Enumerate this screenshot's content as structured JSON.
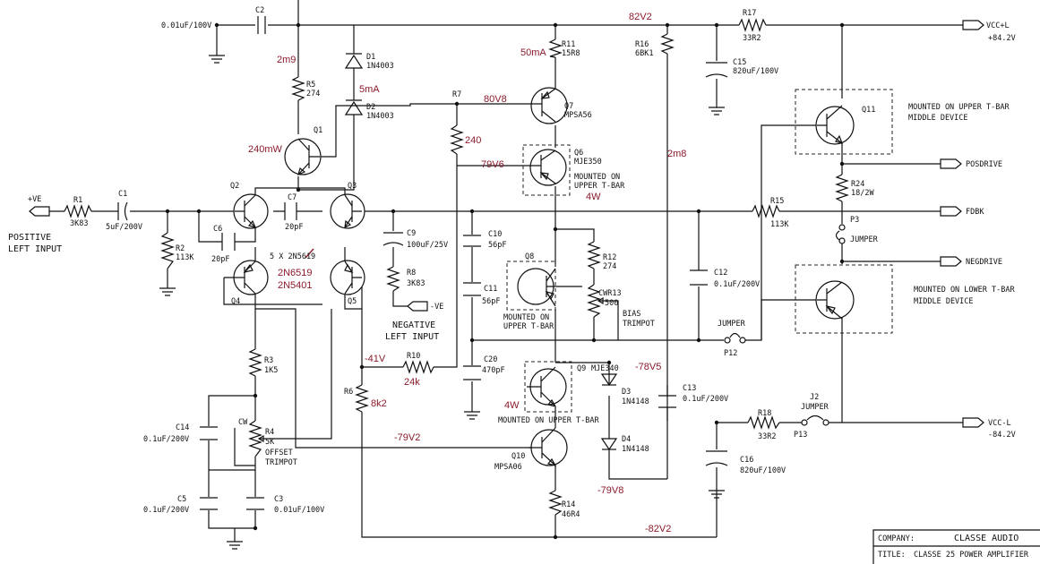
{
  "labels": {
    "c2_value": "0.01uF/100V",
    "c2": "C2",
    "d1": "D1",
    "d1_part": "1N4003",
    "d2": "D2",
    "d2_part": "1N4003",
    "r5": "R5",
    "r5_val": "274",
    "q1": "Q1",
    "r11": "R11",
    "r11_val": "15R8",
    "r7": "R7",
    "q7": "Q7",
    "q7_part": "MPSA56",
    "q6": "Q6",
    "q6_part": "MJE350",
    "q6_mount_1": "MOUNTED ON",
    "q6_mount_2": "UPPER T-BAR",
    "r16": "R16",
    "r16_val": "6BK1",
    "c15": "C15",
    "c15_val": "820uF/100V",
    "r17": "R17",
    "r17_val": "33R2",
    "vccl": "VCC+L",
    "vccl_val": "+84.2V",
    "q11": "Q11",
    "upper_note_1": "MOUNTED ON UPPER T-BAR",
    "upper_note_2": "MIDDLE DEVICE",
    "posdrive": "POSDRIVE",
    "r24": "R24",
    "r24_val": "18/2W",
    "fdbk": "FDBK",
    "r15": "R15",
    "r15_val": "113K",
    "p3": "P3",
    "jumper": "JUMPER",
    "negdrive": "NEGDRIVE",
    "lower_note_1": "MOUNTED ON LOWER T-BAR",
    "lower_note_2": "MIDDLE DEVICE",
    "ve_pos": "+VE",
    "r1": "R1",
    "r1_val": "3K83",
    "c1": "C1",
    "c1_val": "5uF/200V",
    "pos_input_1": "POSITIVE",
    "pos_input_2": "LEFT INPUT",
    "q2": "Q2",
    "q3": "Q3",
    "q4": "Q4",
    "q5": "Q5",
    "c7": "C7",
    "c7_val": "20pF",
    "c6": "C6",
    "c6_val": "20pF",
    "r2": "R2",
    "r2_val": "113K",
    "five_x": "5 X 2N5619",
    "c9": "C9",
    "c9_val": "100uF/25V",
    "r8": "R8",
    "r8_val": "3K83",
    "ve_neg": "-VE",
    "neg_input_1": "NEGATIVE",
    "neg_input_2": "LEFT INPUT",
    "c10": "C10",
    "c10_val": "56pF",
    "c11": "C11",
    "c11_val": "56pF",
    "q8": "Q8",
    "q8_mount_1": "MOUNTED ON",
    "q8_mount_2": "UPPER T-BAR",
    "r12": "R12",
    "r12_val": "274",
    "cwr13": "CWR13",
    "cwr13_val": "500",
    "bias_1": "BIAS",
    "bias_2": "TRIMPOT",
    "c12": "C12",
    "c12_val": "0.1uF/200V",
    "jumper_p12": "JUMPER",
    "p12": "P12",
    "r3": "R3",
    "r3_val": "1K5",
    "r6": "R6",
    "r10": "R10",
    "c20": "C20",
    "c20_val": "470pF",
    "q9": "Q9",
    "q9_part": "MJE340",
    "q9_mount": "MOUNTED ON UPPER T-BAR",
    "d3": "D3",
    "d3_part": "1N4148",
    "d4": "D4",
    "d4_part": "1N4148",
    "c13": "C13",
    "c13_val": "0.1uF/200V",
    "r18": "R18",
    "r18_val": "33R2",
    "j2": "J2",
    "j2_jumper": "JUMPER",
    "p13": "P13",
    "vccl_neg": "VCC-L",
    "vccl_neg_val": "-84.2V",
    "c14": "C14",
    "c14_val": "0.1uF/200V",
    "cw": "CW",
    "r4": "R4",
    "r4_val": "5K",
    "offset_1": "OFFSET",
    "offset_2": "TRIMPOT",
    "q10": "Q10",
    "q10_part": "MPSA06",
    "c16": "C16",
    "c16_val": "820uF/100V",
    "c5": "C5",
    "c5_val": "0.1uF/200V",
    "c3": "C3",
    "c3_val": "0.01uF/100V",
    "r14": "R14",
    "r14_val": "46R4",
    "company_label": "COMPANY:",
    "company": "CLASSE AUDIO",
    "title_label": "TITLE:",
    "title": "CLASSE 25 POWER AMPLIFIER"
  },
  "annotations": {
    "v82": "82V2",
    "i2m9": "2m9",
    "i5ma": "5mA",
    "i50ma": "50mA",
    "p240mw": "240mW",
    "v80v8": "80V8",
    "r240": "240",
    "v79v6": "79V6",
    "w4_top": "4W",
    "i2m8": "2m8",
    "t2n6519": "2N6519",
    "t2n5401": "2N5401",
    "vm41": "-41V",
    "r24k": "24k",
    "vm78v5": "-78V5",
    "w4_bot": "4W",
    "r8k2": "8k2",
    "vm79v2": "-79V2",
    "vm79v8": "-79V8",
    "vm82v2": "-82V2"
  }
}
